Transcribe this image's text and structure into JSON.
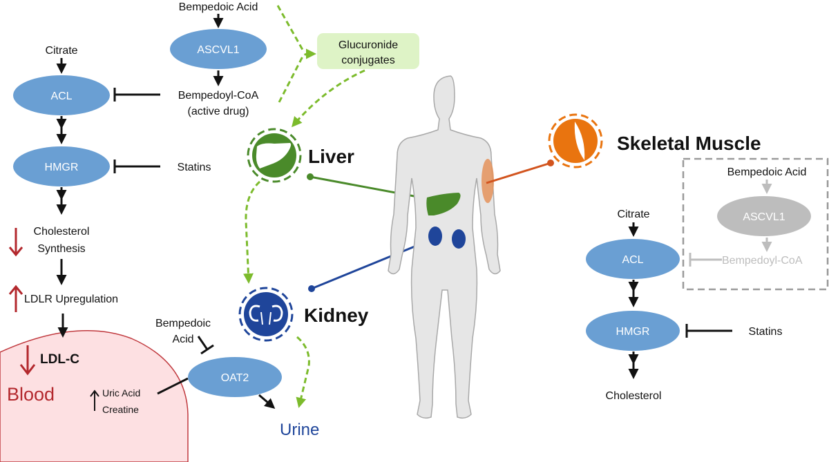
{
  "colors": {
    "enzyme_blue": "#6a9fd3",
    "liver_green": "#4a8a2a",
    "flow_green": "#7cbb2c",
    "glucuronide_bg": "#def3c6",
    "kidney_blue": "#1f459a",
    "muscle_orange": "#e9740f",
    "blood_red": "#b3282d",
    "blood_fill": "#fde0e2",
    "body_gray": "#e6e6e6",
    "inactive_gray": "#bdbdbd"
  },
  "liver_pathway": {
    "citrate": "Citrate",
    "acl": "ACL",
    "hmgr": "HMGR",
    "statins": "Statins",
    "cholesterol_line1": "Cholesterol",
    "cholesterol_line2": "Synthesis",
    "ldlr": "LDLR Upregulation",
    "ldlc": "LDL-C"
  },
  "activation": {
    "bempedoic_acid": "Bempedoic Acid",
    "ascvl1": "ASCVL1",
    "bempedoyl_line1": "Bempedoyl-CoA",
    "bempedoyl_line2": "(active drug)",
    "glucuronide_line1": "Glucuronide",
    "glucuronide_line2": "conjugates"
  },
  "organs": {
    "liver": "Liver",
    "kidney": "Kidney",
    "skeletal_muscle": "Skeletal Muscle"
  },
  "blood": {
    "label": "Blood",
    "uric_acid": "Uric Acid",
    "creatine": "Creatine"
  },
  "kidney_pathway": {
    "bempedoic_line1": "Bempedoic",
    "bempedoic_line2": "Acid",
    "oat2": "OAT2",
    "urine": "Urine"
  },
  "muscle_pathway": {
    "bempedoic_acid": "Bempedoic Acid",
    "ascvl1": "ASCVL1",
    "bempedoyl": "Bempedoyl-CoA",
    "citrate": "Citrate",
    "acl": "ACL",
    "hmgr": "HMGR",
    "statins": "Statins",
    "cholesterol": "Cholesterol"
  }
}
